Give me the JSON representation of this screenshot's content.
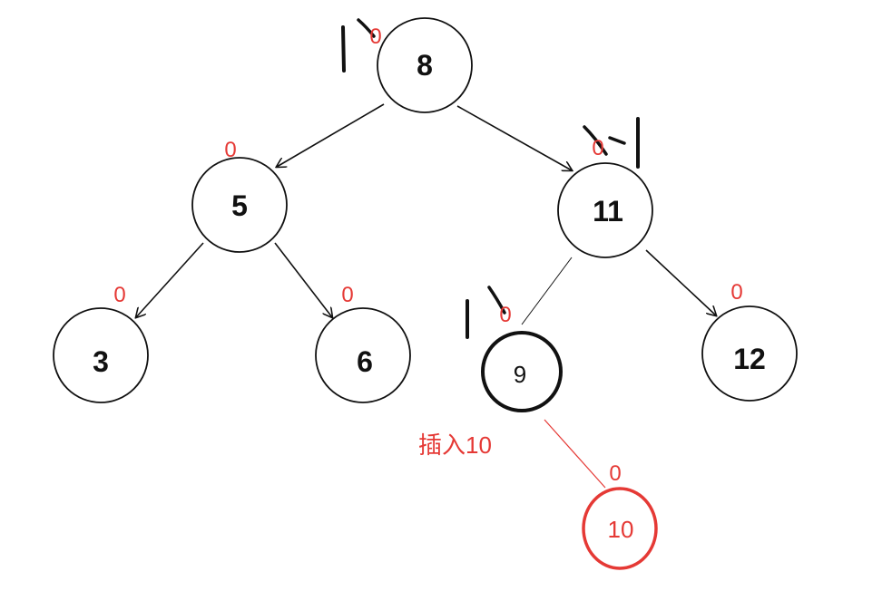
{
  "nodes": [
    {
      "id": "n8",
      "label": "8",
      "balance": "0"
    },
    {
      "id": "n5",
      "label": "5",
      "balance": "0"
    },
    {
      "id": "n11",
      "label": "11",
      "balance": "0"
    },
    {
      "id": "n3",
      "label": "3",
      "balance": "0"
    },
    {
      "id": "n6",
      "label": "6",
      "balance": "0"
    },
    {
      "id": "n9",
      "label": "9",
      "balance": "0"
    },
    {
      "id": "n12",
      "label": "12",
      "balance": "0"
    },
    {
      "id": "n10",
      "label": "10",
      "balance": "0"
    }
  ],
  "insert_note": "插入10",
  "colors": {
    "stroke": "#111111",
    "accent": "#e53935",
    "background": "#ffffff"
  }
}
